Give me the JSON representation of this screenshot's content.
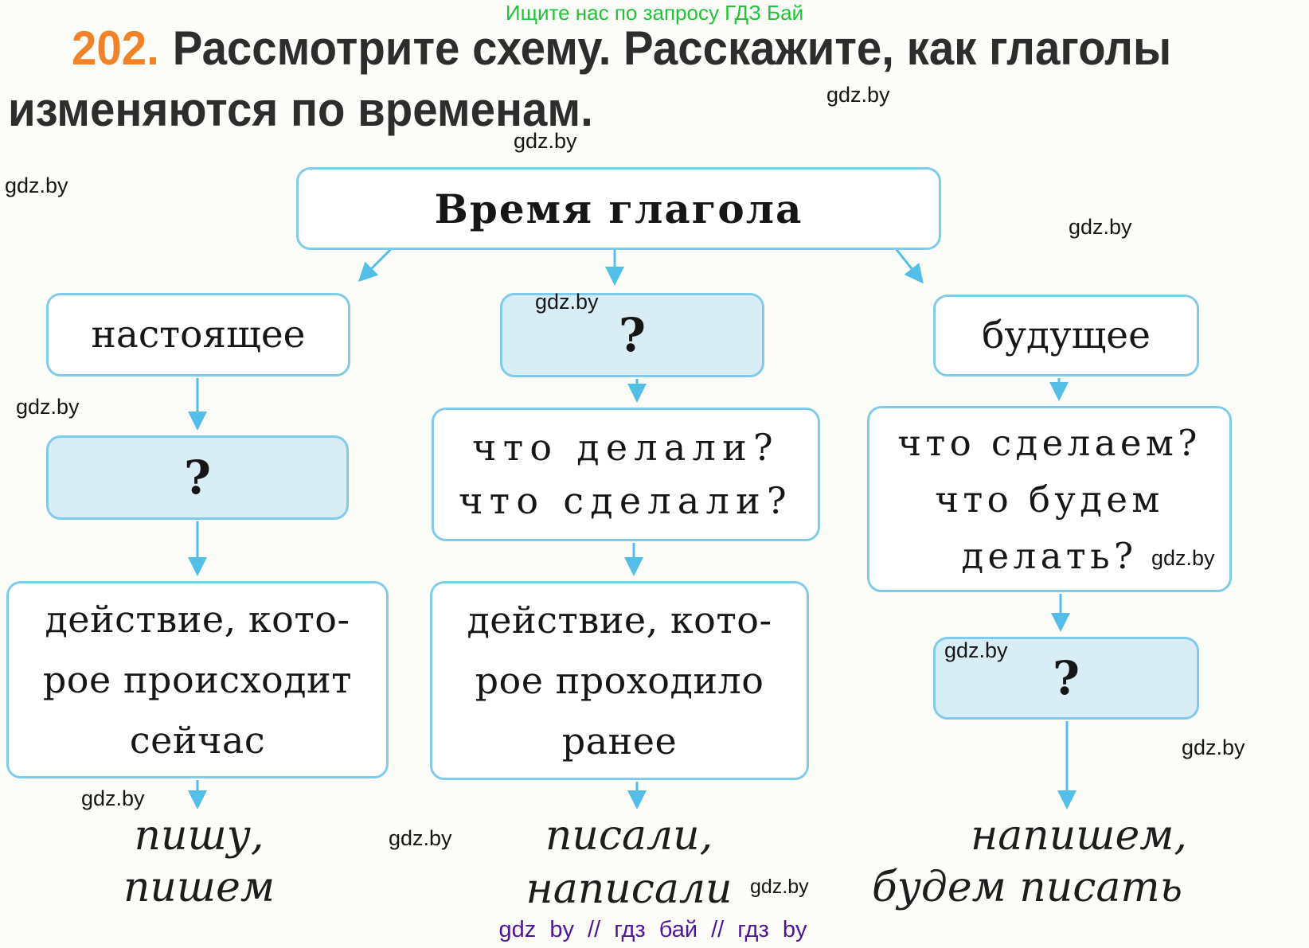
{
  "promo": "Ищите нас по запросу ГДЗ Бай",
  "task": {
    "number": "202.",
    "line1": "Рассмотрите схему. Расскажите, как глаголы",
    "line2": "изменяются по временам."
  },
  "watermark": "gdz.by",
  "footer": "gdz by // гдз бай // гдз by",
  "colors": {
    "accent_orange": "#f08229",
    "promo_green": "#1ec435",
    "footer_purple": "#4f169a",
    "box_border_blue": "#7fccea",
    "box_fill_blue": "#d9edf7",
    "arrow_blue": "#53bfe9"
  },
  "diagram": {
    "root": "Время глагола",
    "present": {
      "tense": "настоящее",
      "question_mark": "?",
      "description": [
        "действие, кото-",
        "рое происходит",
        "сейчас"
      ],
      "examples": [
        "пишу,",
        "пишем"
      ]
    },
    "past": {
      "question_mark": "?",
      "questions": [
        "что делали?",
        "что сделали?"
      ],
      "description": [
        "действие, кото-",
        "рое проходило",
        "ранее"
      ],
      "examples": [
        "писали,",
        "написали"
      ]
    },
    "future": {
      "tense": "будущее",
      "questions": [
        "что сделаем?",
        "что будем",
        "делать?"
      ],
      "question_mark": "?",
      "examples": [
        "напишем,",
        "будем писать"
      ]
    }
  }
}
